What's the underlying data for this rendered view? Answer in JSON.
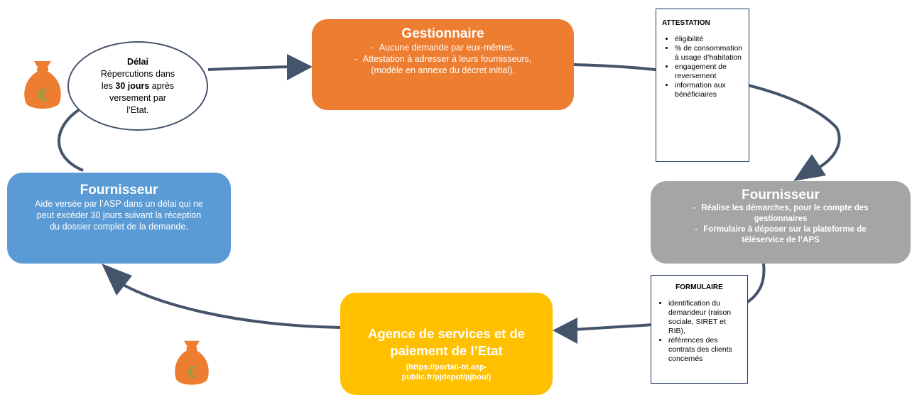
{
  "gestionnaire": {
    "title": "Gestionnaire",
    "line1": "Aucune demande par eux-mêmes.",
    "line2": "Attestation à adresser à leurs fournisseurs,",
    "line3": "(modèle en annexe du décret initial)."
  },
  "attestation": {
    "title": "ATTESTATION",
    "items": [
      "éligibilité",
      "% de consommation à usage d’habitation",
      "engagement de reversement",
      "information aux bénéficiaires"
    ]
  },
  "fournisseur_right": {
    "title": "Fournisseur",
    "line1a": "Réalise les démarches, pour le compte des",
    "line1b": "gestionnaires",
    "line2a": "Formulaire à déposer sur la plateforme de",
    "line2b": "téléservice de l’APS"
  },
  "formulaire": {
    "title": "FORMULAIRE",
    "items": [
      "identification du demandeur (raison sociale, SIRET et RIB),",
      "références des contrats des clients concernés"
    ]
  },
  "agence": {
    "title_line1": "Agence de services et de",
    "title_line2": "paiement de l’Etat",
    "url_line1": "(https://portail-bt.asp-",
    "url_line2": "public.fr/pjdepot/pjbou/)"
  },
  "fournisseur_left": {
    "title": "Fournisseur",
    "line1": "Aide versée par l’ASP dans un délai qui ne",
    "line2": "peut excéder 30 jours suivant la réception",
    "line3": "du dossier complet de la demande."
  },
  "delai": {
    "title": "Délai",
    "line1": "Répercutions dans",
    "line2_pre": "les ",
    "line2_bold": "30 jours",
    "line2_post": " après",
    "line3": "versement par",
    "line4": "l’Etat."
  },
  "money_bag": {
    "symbol": "€"
  },
  "colors": {
    "gestionnaire": "#ED7D31",
    "fournisseur_left": "#5B9BD5",
    "fournisseur_right": "#A5A5A5",
    "agence": "#FFC000",
    "arrow": "#44546A",
    "note_border": "#203864"
  }
}
